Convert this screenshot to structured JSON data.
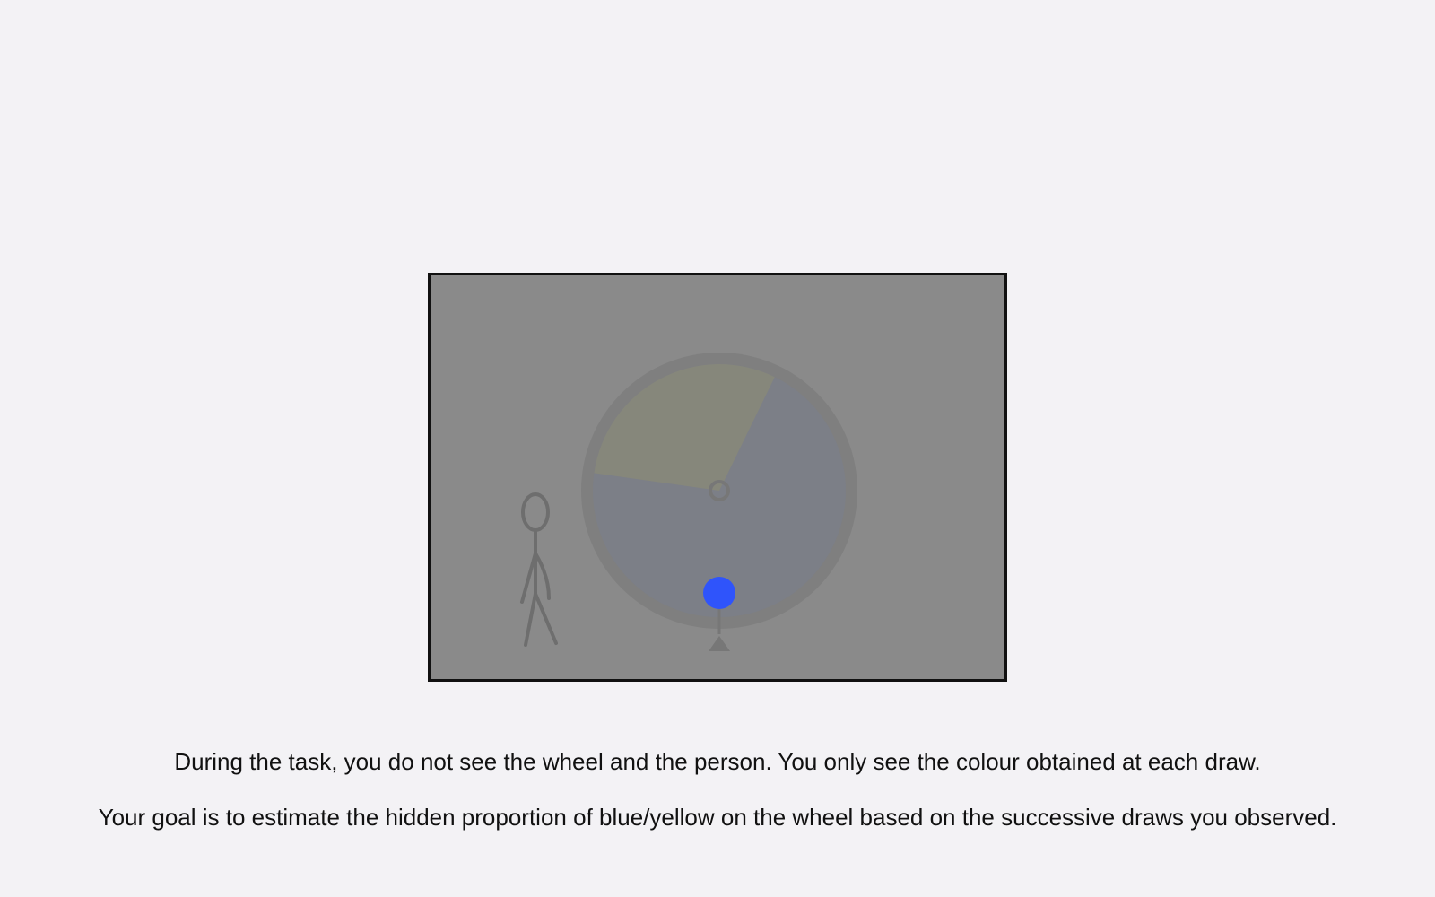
{
  "illustration": {
    "wheel": {
      "segments": [
        {
          "name": "yellow",
          "fraction": 0.3,
          "color": "#86877b"
        },
        {
          "name": "blue",
          "fraction": 0.7,
          "color": "#7c7f87"
        }
      ],
      "rim_color": "#7f7f7f"
    },
    "drawn_ball": {
      "color": "#2f54fb"
    },
    "person_color": "#6e6e6e",
    "overlay_color": "#8a8a8a",
    "frame_border_color": "#111111"
  },
  "instructions": {
    "line1": "During the task, you do not see the wheel and the person. You only see the colour obtained at each draw.",
    "line2": "Your goal is to estimate the hidden proportion of blue/yellow on the wheel based on the successive draws you observed."
  }
}
